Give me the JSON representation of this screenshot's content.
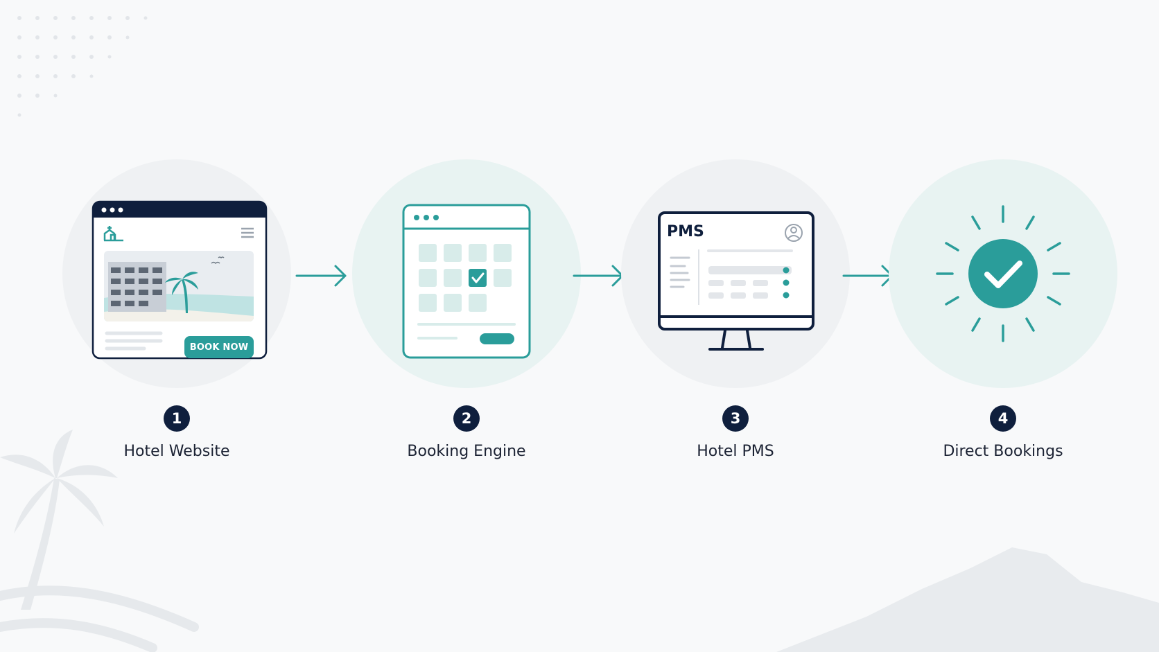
{
  "colors": {
    "navy": "#0f1f3d",
    "teal": "#2a9d9a",
    "teal_light": "#c7e6e4",
    "circle_gray": "#eff1f3",
    "circle_teal": "#e8f3f2",
    "background": "#f8f9fa"
  },
  "steps": [
    {
      "number": "1",
      "label": "Hotel Website",
      "icon": "browser-window-icon",
      "button_label": "BOOK NOW"
    },
    {
      "number": "2",
      "label": "Booking Engine",
      "icon": "calendar-icon"
    },
    {
      "number": "3",
      "label": "Hotel PMS",
      "icon": "monitor-icon",
      "screen_title": "PMS"
    },
    {
      "number": "4",
      "label": "Direct Bookings",
      "icon": "check-circle-icon"
    }
  ]
}
